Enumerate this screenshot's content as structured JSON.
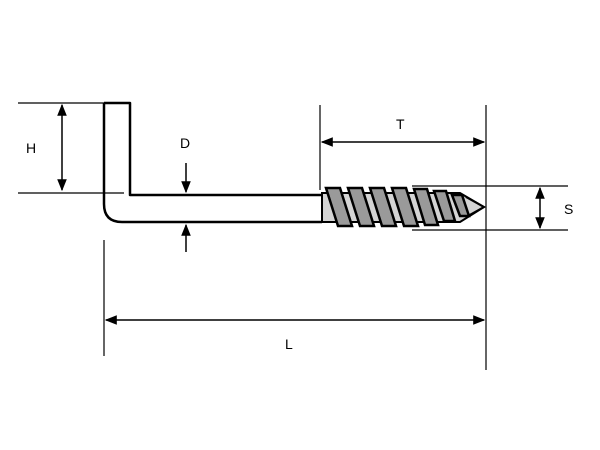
{
  "labels": {
    "height": "H",
    "diameter": "D",
    "thread_length": "T",
    "shank_size": "S",
    "length": "L"
  },
  "colors": {
    "line": "#000000",
    "thread_fill": "#c8c8c8",
    "background": "#ffffff"
  }
}
